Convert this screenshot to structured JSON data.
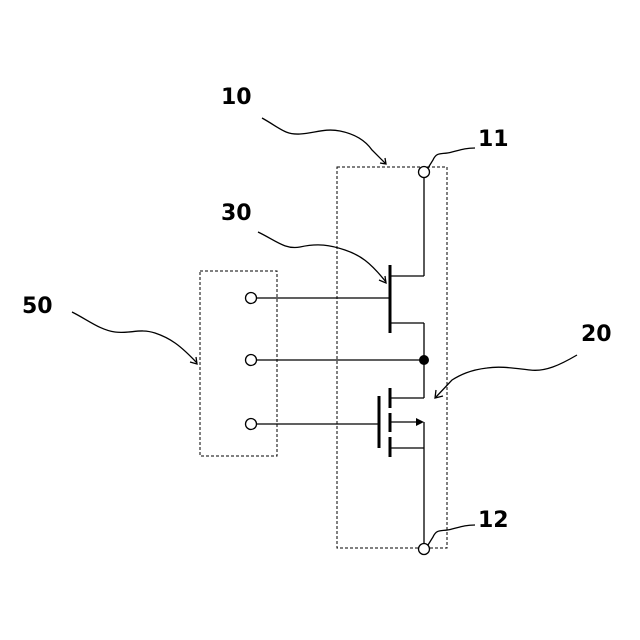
{
  "labels": {
    "module": "10",
    "terminal_top": "11",
    "terminal_bottom": "12",
    "transistor_lower": "20",
    "transistor_upper": "30",
    "driver": "50"
  }
}
